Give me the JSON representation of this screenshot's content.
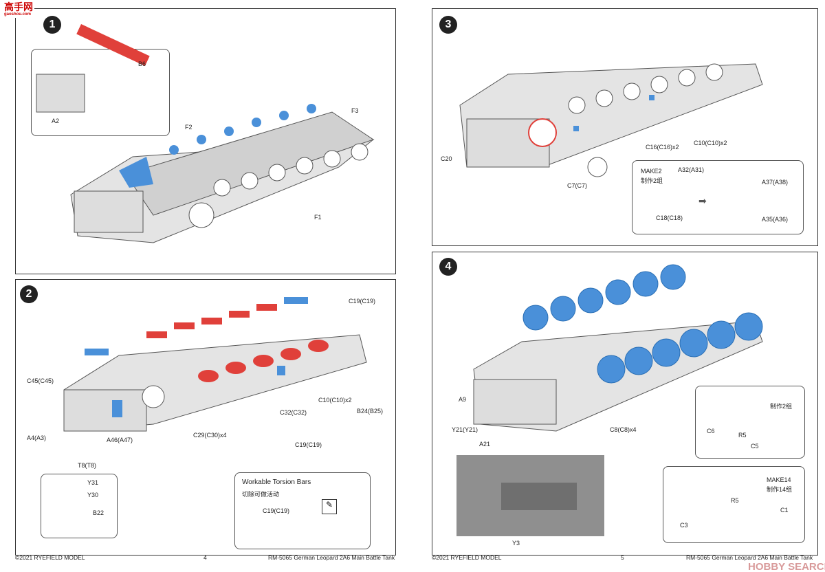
{
  "watermark_logo": "高手网",
  "watermark_logo_sub": "gaoshou.com",
  "watermark_bottom": "HOBBY SEARCH",
  "colors": {
    "highlight_blue": "#4a90d9",
    "highlight_red": "#e0403a",
    "hull": "#d8d8d8"
  },
  "steps": [
    {
      "number": "1",
      "labels": [
        "B6",
        "A2",
        "F2",
        "F3",
        "F1"
      ]
    },
    {
      "number": "2",
      "labels": [
        "C19(C19)",
        "C45(C45)",
        "C10(C10)x2",
        "B24(B25)",
        "C32(C32)",
        "A4(A3)",
        "A46(A47)",
        "C29(C30)x4",
        "C19(C19)",
        "T8(T8)",
        "Y31",
        "Y30",
        "B22"
      ],
      "inset": {
        "title": "Workable Torsion Bars",
        "subtitle": "切除可做活动",
        "part": "C19(C19)"
      }
    },
    {
      "number": "3",
      "labels": [
        "C16(C16)x2",
        "C10(C10)x2",
        "C20",
        "C7(C7)"
      ],
      "inset": {
        "make": "MAKE2",
        "make_cn": "制作2组",
        "parts": [
          "A32(A31)",
          "A37(A38)",
          "C18(C18)",
          "A35(A36)"
        ]
      }
    },
    {
      "number": "4",
      "labels": [
        "A9",
        "Y21(Y21)",
        "A21",
        "C8(C8)x4",
        "Y3"
      ],
      "inset1": {
        "make_cn": "制作2组",
        "parts": [
          "C6",
          "R5",
          "C5"
        ]
      },
      "inset2": {
        "make": "MAKE14",
        "make_cn": "制作14组",
        "parts": [
          "R5",
          "C1",
          "C3"
        ]
      }
    }
  ],
  "footer_left": {
    "copyright": "©2021 RYEFIELD MODEL",
    "page": "4",
    "title": "RM-5065 German Leopard 2A6 Main Battle Tank"
  },
  "footer_right": {
    "copyright": "©2021 RYEFIELD MODEL",
    "page": "5",
    "title": "RM-5065 German Leopard 2A6 Main Battle Tank"
  }
}
